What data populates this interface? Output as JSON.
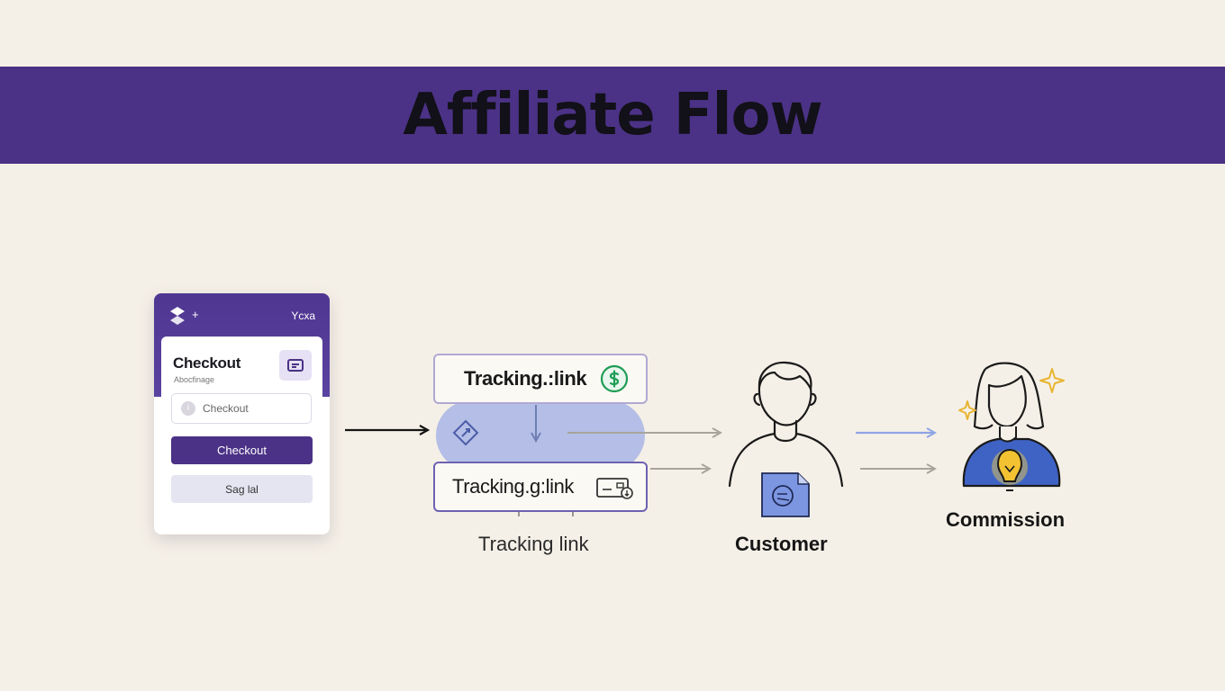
{
  "banner": {
    "title": "Affiliate Flow"
  },
  "checkout_card": {
    "brand": "Ycxa",
    "plus": "+",
    "title": "Checkout",
    "subtitle": "Abocfinage",
    "input_placeholder": "Checkout",
    "input_icon": "i",
    "primary_button": "Checkout",
    "secondary_button": "Sag lal"
  },
  "tracking": {
    "box_top_label": "Tracking.:link",
    "box_bottom_label": "Tracking.g:link",
    "caption": "Tracking link"
  },
  "customer": {
    "label": "Customer"
  },
  "commission": {
    "label": "Commission"
  },
  "icons": {
    "logo": "brand-logo-icon",
    "card_badge": "folder-icon",
    "dollar": "dollar-coin-icon",
    "card_payment": "card-payment-icon",
    "diamond": "diamond-arrow-icon",
    "document": "document-icon",
    "bulb": "lightbulb-icon",
    "sparkle": "sparkle-icon"
  },
  "colors": {
    "banner": "#4b3286",
    "background": "#f5f0e7",
    "accent_blue": "#7e96e6",
    "dollar_green": "#1f9d55",
    "sparkle_gold": "#e8b531"
  }
}
